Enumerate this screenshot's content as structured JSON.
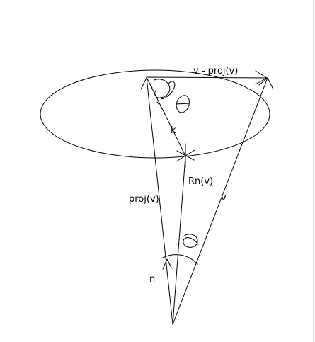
{
  "labels": {
    "v_minus_proj": "v - proj(v)",
    "k": "k",
    "rn_v": "Rn(v)",
    "proj_v": "proj(v)",
    "v": "v",
    "n": "n"
  },
  "colors": {
    "ink": "#000000",
    "background": "#ffffff"
  }
}
